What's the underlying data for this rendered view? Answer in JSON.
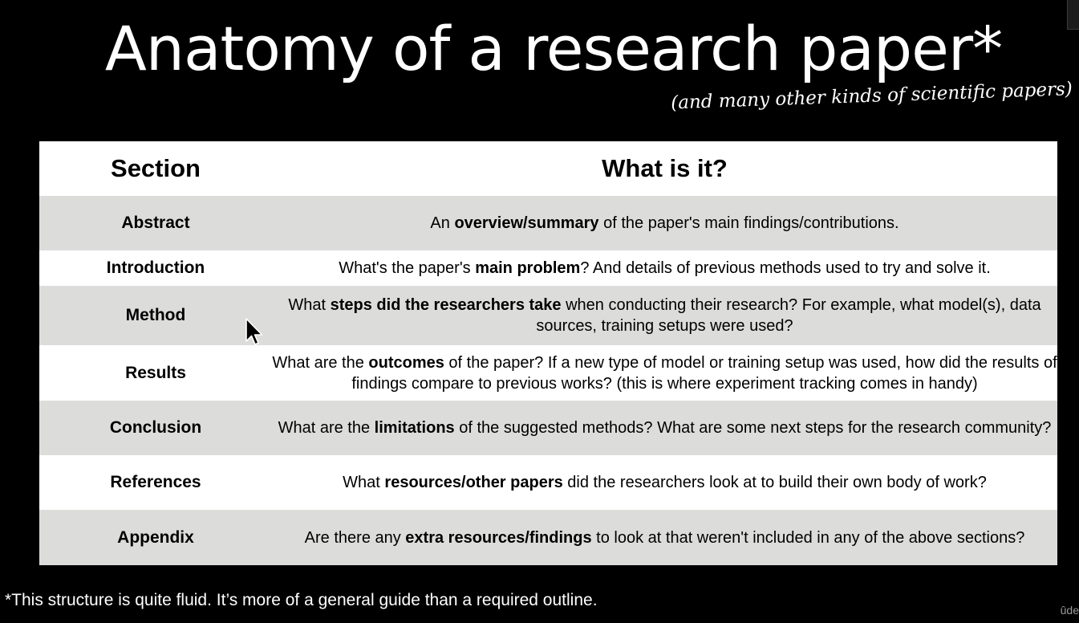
{
  "title": "Anatomy of a research paper*",
  "subtitle": "(and many other kinds of scientific papers)",
  "table": {
    "headers": {
      "section": "Section",
      "description": "What is it?"
    },
    "rows": [
      {
        "section": "Abstract",
        "desc": [
          {
            "text": "An ",
            "bold": false
          },
          {
            "text": "overview/summary",
            "bold": true
          },
          {
            "text": " of the paper's main findings/contributions.",
            "bold": false
          }
        ]
      },
      {
        "section": "Introduction",
        "desc": [
          {
            "text": "What's the paper's ",
            "bold": false
          },
          {
            "text": "main problem",
            "bold": true
          },
          {
            "text": "? And details of previous methods used to try and solve it.",
            "bold": false
          }
        ]
      },
      {
        "section": "Method",
        "desc": [
          {
            "text": "What ",
            "bold": false
          },
          {
            "text": "steps did the researchers take",
            "bold": true
          },
          {
            "text": " when conducting their research? For example, what model(s), data sources, training setups were used?",
            "bold": false
          }
        ]
      },
      {
        "section": "Results",
        "desc": [
          {
            "text": "What are the ",
            "bold": false
          },
          {
            "text": "outcomes",
            "bold": true
          },
          {
            "text": " of the paper? If a new type of model or training setup was used, how did the results of findings compare to previous works? (this is where experiment tracking comes in handy)",
            "bold": false
          }
        ]
      },
      {
        "section": "Conclusion",
        "desc": [
          {
            "text": "What are the ",
            "bold": false
          },
          {
            "text": "limitations",
            "bold": true
          },
          {
            "text": " of the suggested methods? What are some next steps for the research community?",
            "bold": false
          }
        ]
      },
      {
        "section": "References",
        "desc": [
          {
            "text": "What ",
            "bold": false
          },
          {
            "text": "resources/other papers",
            "bold": true
          },
          {
            "text": " did the researchers look at to build their own body of work?",
            "bold": false
          }
        ]
      },
      {
        "section": "Appendix",
        "desc": [
          {
            "text": "Are there any ",
            "bold": false
          },
          {
            "text": "extra resources/findings",
            "bold": true
          },
          {
            "text": " to look at that weren't included in any of the above sections?",
            "bold": false
          }
        ]
      }
    ]
  },
  "footnote": "*This structure is quite fluid. It’s more of a general guide than a required outline.",
  "watermark": "ûde",
  "cursor_icon": "mouse-pointer-icon"
}
